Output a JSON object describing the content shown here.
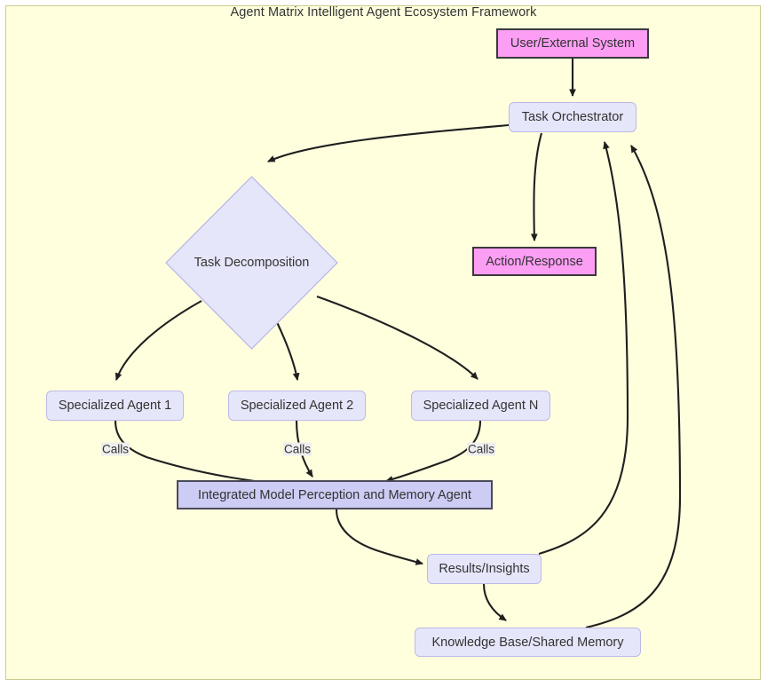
{
  "diagram": {
    "title": "Agent Matrix Intelligent Agent Ecosystem Framework",
    "type": "flowchart",
    "background_color": "#ffffde",
    "frame_border_color": "#cbcb8f",
    "edge_color": "#1f1f1f",
    "palette": {
      "node_fill": "#e6e6fb",
      "node_stroke": "#bcb9e8",
      "highlight_fill": "#fc9ef4",
      "highlight_stroke": "#3a3a3a",
      "strong_fill": "#ccccf4",
      "strong_stroke": "#4a4a58",
      "text": "#333333",
      "label_chip": "#eeeeee"
    },
    "nodes": [
      {
        "id": "user",
        "label": "User/External System",
        "shape": "rect",
        "style": "pink"
      },
      {
        "id": "orchestrator",
        "label": "Task Orchestrator",
        "shape": "rounded-rect",
        "style": "round"
      },
      {
        "id": "decomp",
        "label": "Task Decomposition",
        "shape": "diamond",
        "style": "round"
      },
      {
        "id": "agent1",
        "label": "Specialized Agent 1",
        "shape": "rounded-rect",
        "style": "round"
      },
      {
        "id": "agent2",
        "label": "Specialized Agent 2",
        "shape": "rounded-rect",
        "style": "round"
      },
      {
        "id": "agentN",
        "label": "Specialized Agent N",
        "shape": "rounded-rect",
        "style": "round"
      },
      {
        "id": "integrated",
        "label": "Integrated Model Perception and Memory Agent",
        "shape": "rect",
        "style": "strong"
      },
      {
        "id": "results",
        "label": "Results/Insights",
        "shape": "rounded-rect",
        "style": "round"
      },
      {
        "id": "knowledge",
        "label": "Knowledge Base/Shared Memory",
        "shape": "rounded-rect",
        "style": "round"
      },
      {
        "id": "action",
        "label": "Action/Response",
        "shape": "rect",
        "style": "pink"
      }
    ],
    "edges": [
      {
        "from": "user",
        "to": "orchestrator",
        "label": ""
      },
      {
        "from": "orchestrator",
        "to": "decomp",
        "label": ""
      },
      {
        "from": "decomp",
        "to": "agent1",
        "label": ""
      },
      {
        "from": "decomp",
        "to": "agent2",
        "label": ""
      },
      {
        "from": "decomp",
        "to": "agentN",
        "label": ""
      },
      {
        "from": "agent1",
        "to": "integrated",
        "label": "Calls"
      },
      {
        "from": "agent2",
        "to": "integrated",
        "label": "Calls"
      },
      {
        "from": "agentN",
        "to": "integrated",
        "label": "Calls"
      },
      {
        "from": "integrated",
        "to": "results",
        "label": ""
      },
      {
        "from": "results",
        "to": "knowledge",
        "label": ""
      },
      {
        "from": "results",
        "to": "orchestrator",
        "label": ""
      },
      {
        "from": "knowledge",
        "to": "orchestrator",
        "label": ""
      },
      {
        "from": "orchestrator",
        "to": "action",
        "label": ""
      }
    ],
    "edge_labels": {
      "calls_1": "Calls",
      "calls_2": "Calls",
      "calls_n": "Calls"
    }
  }
}
